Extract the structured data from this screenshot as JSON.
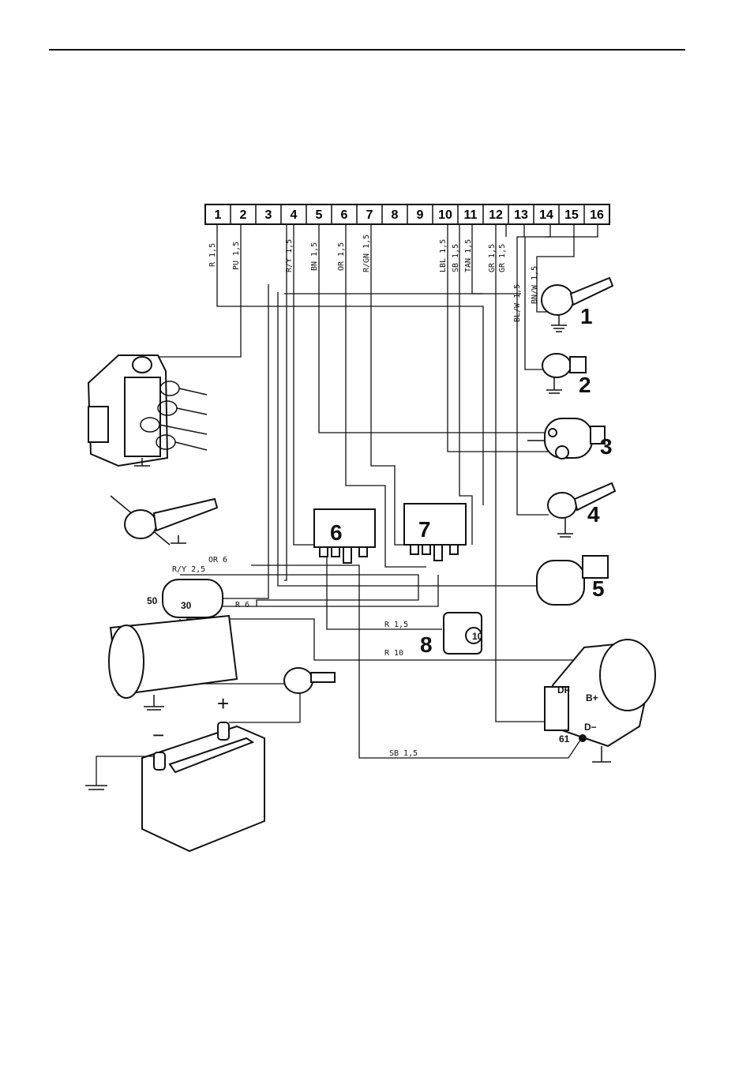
{
  "terminal_strip": [
    "1",
    "2",
    "3",
    "4",
    "5",
    "6",
    "7",
    "8",
    "9",
    "10",
    "11",
    "12",
    "13",
    "14",
    "15",
    "16"
  ],
  "wire_labels": {
    "t1": "R 1,5",
    "t2": "PU 1,5",
    "t4": "R/Y 1,5",
    "t5": "BN 1,5",
    "t6": "OR 1,5",
    "t7": "R/GN 1,5",
    "t10": "LBL 1,5",
    "t11a": "SB 1,5",
    "t11b": "TAN 1,5",
    "t12a": "GR 1,5",
    "t12b": "GR 1,5",
    "t14": "BL/W 1,5",
    "t15": "BN/W 1,5",
    "or6": "OR 6",
    "ry25": "R/Y 2,5",
    "r6": "R 6",
    "r15": "R 1,5",
    "r10": "R 10",
    "sb15": "SB 1,5"
  },
  "components": {
    "c1": "1",
    "c2": "2",
    "c3": "3",
    "c4": "4",
    "c5": "5",
    "c6": "6",
    "c7": "7",
    "c8": "8"
  },
  "pins": {
    "starter_50": "50",
    "starter_30": "30",
    "switch_10": "10",
    "alt_df": "DF",
    "alt_bplus": "B+",
    "alt_dminus": "D−",
    "alt_61": "61",
    "batt_plus": "+",
    "batt_minus": "−"
  }
}
